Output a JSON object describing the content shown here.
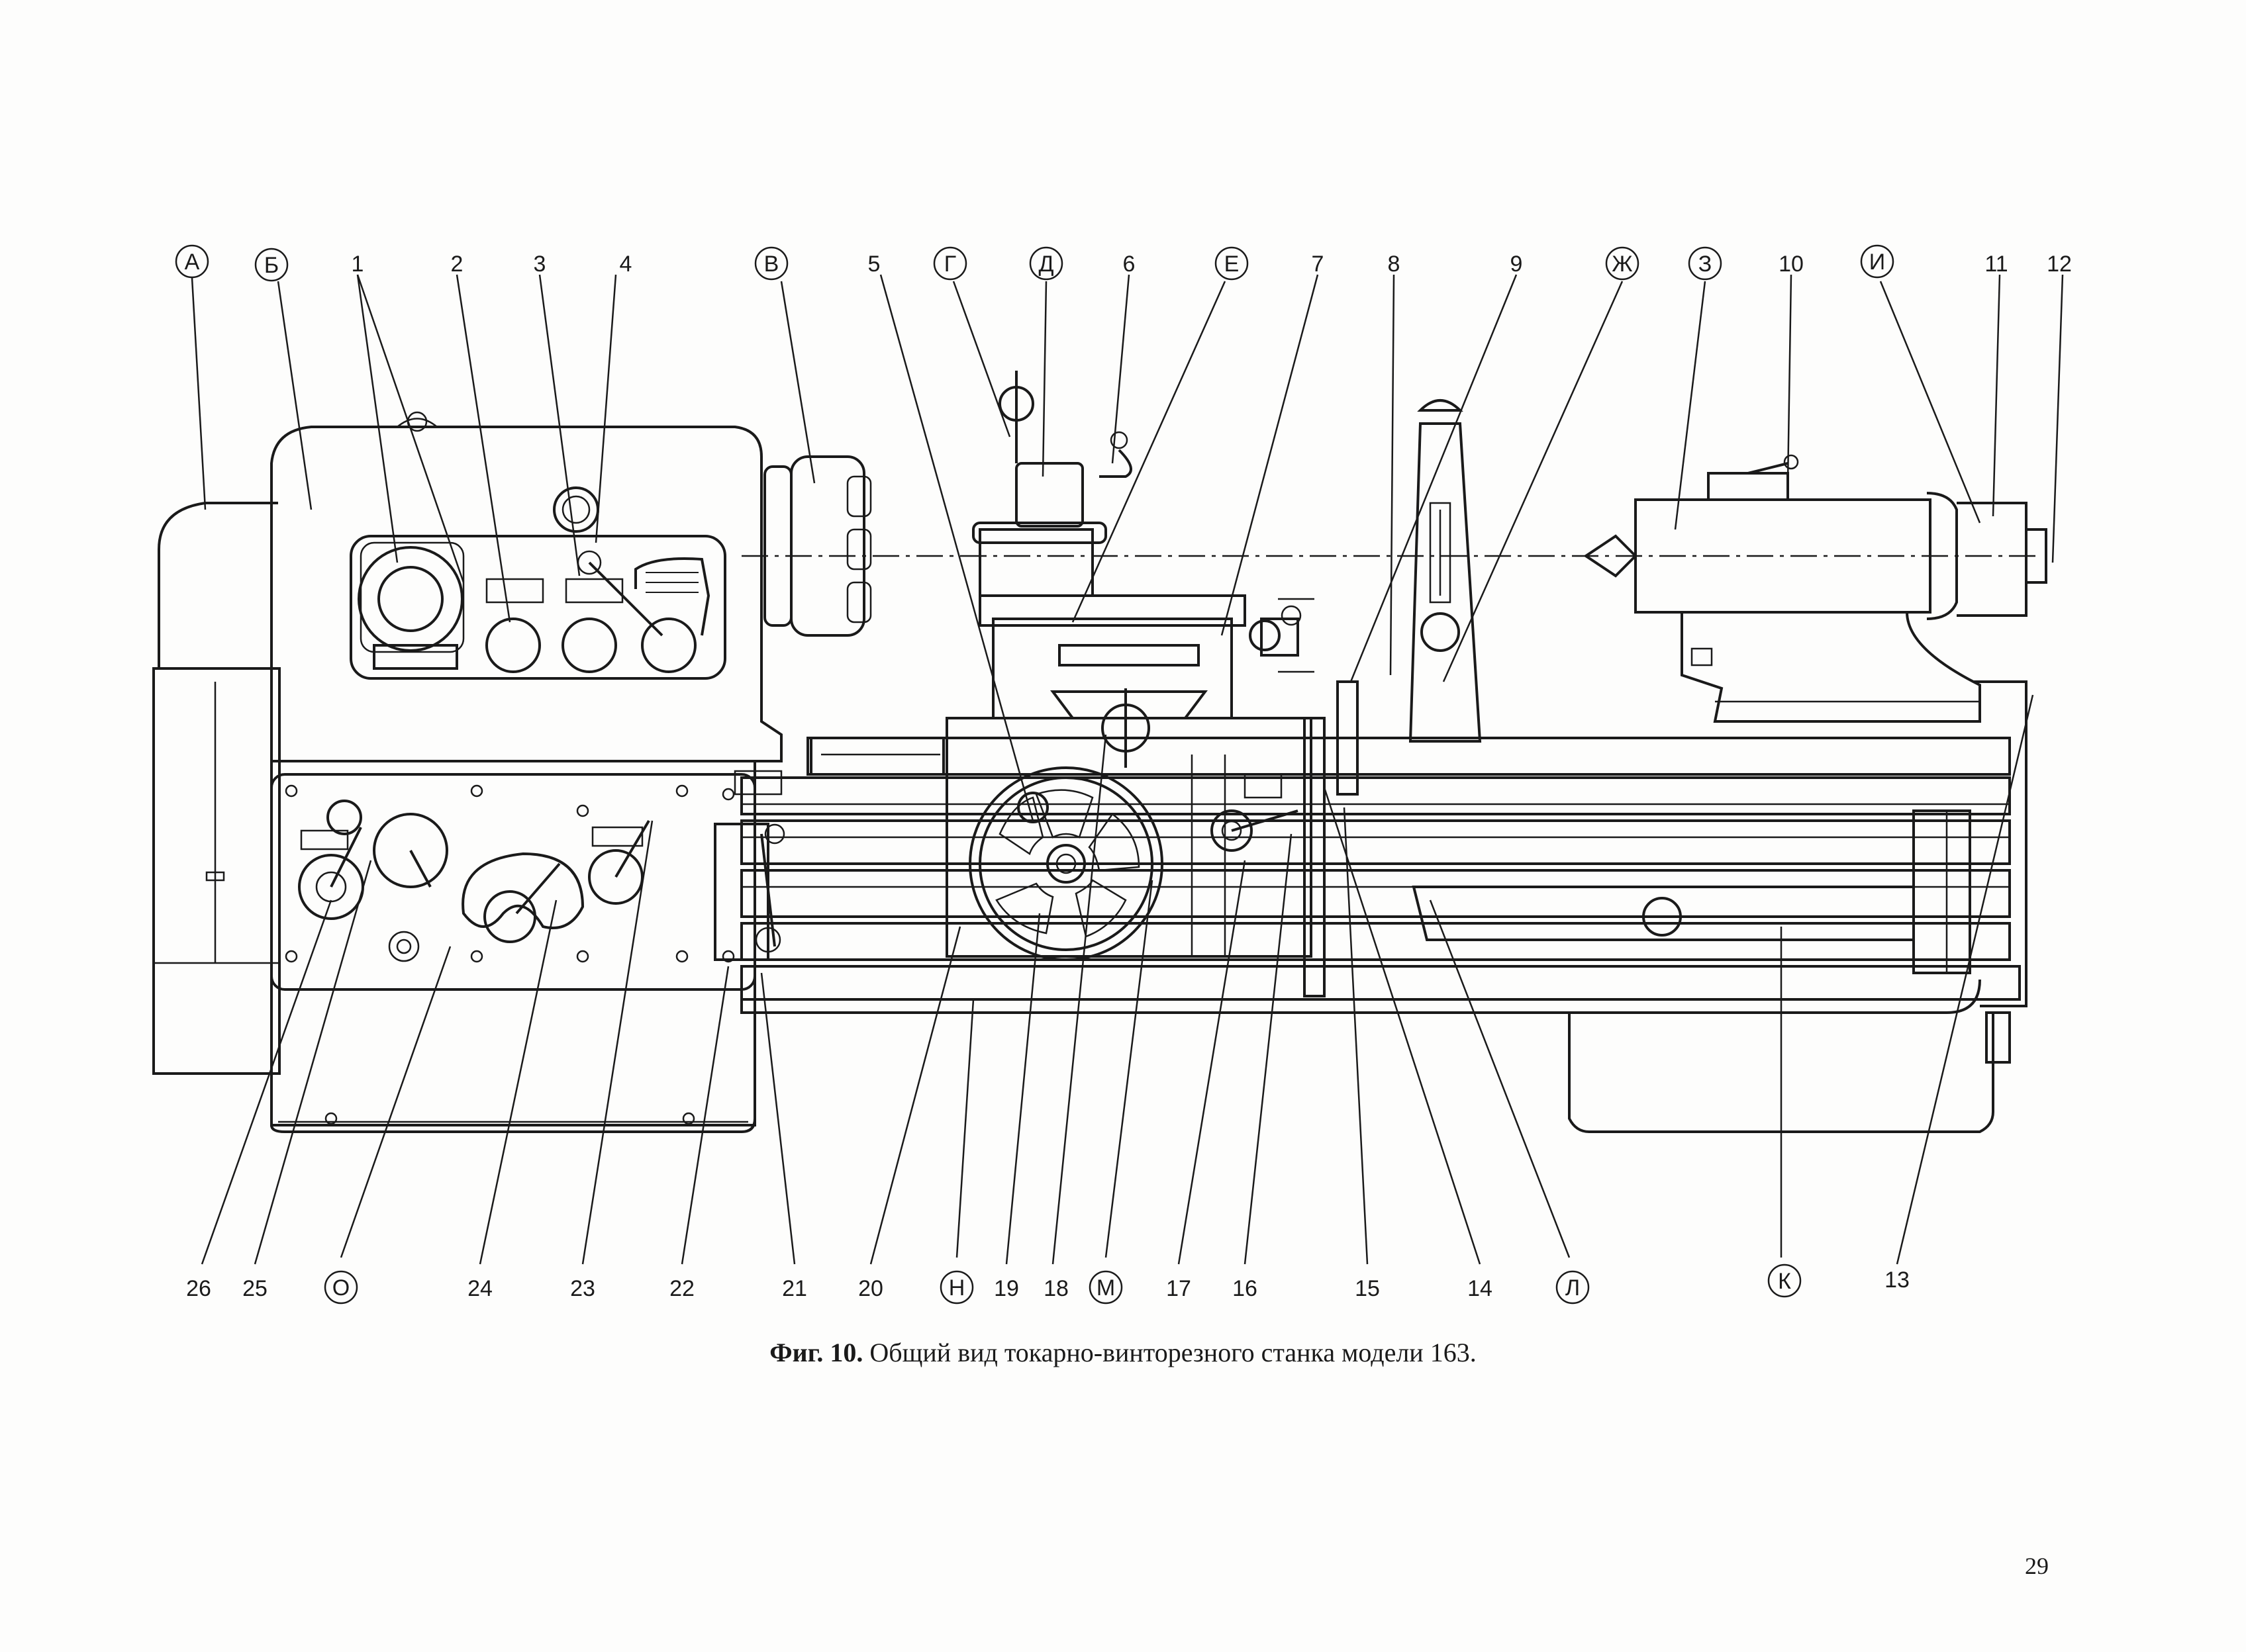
{
  "figure": {
    "caption_prefix": "Фиг. 10.",
    "caption_text": "Общий вид токарно-винторезного станка модели 163.",
    "page_number": "29"
  },
  "labels": {
    "top": [
      "А",
      "Б",
      "1",
      "2",
      "3",
      "4",
      "В",
      "5",
      "Г",
      "Д",
      "6",
      "Е",
      "7",
      "8",
      "9",
      "Ж",
      "З",
      "10",
      "И",
      "11",
      "12"
    ],
    "bottom": [
      "26",
      "25",
      "О",
      "24",
      "23",
      "22",
      "21",
      "20",
      "Н",
      "19",
      "18",
      "М",
      "17",
      "16",
      "15",
      "14",
      "Л",
      "К",
      "13"
    ],
    "circled": [
      "А",
      "Б",
      "В",
      "Г",
      "Д",
      "Е",
      "Ж",
      "З",
      "И",
      "О",
      "Н",
      "М",
      "Л",
      "К"
    ]
  }
}
